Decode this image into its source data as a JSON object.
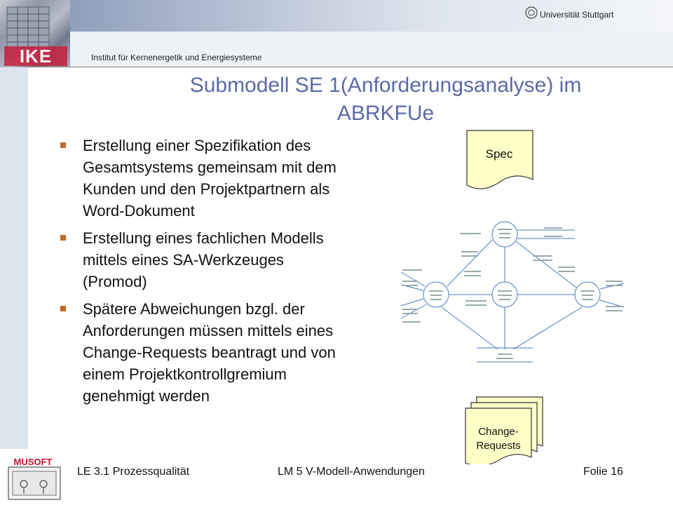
{
  "header": {
    "university": "Universität Stuttgart",
    "institute": "Institut für Kernenergetik und Energiesysteme",
    "logo_text": "IKE"
  },
  "slide": {
    "title": "Submodell SE 1(Anforderungsanalyse) im ABRKFUe",
    "bullets": [
      "Erstellung einer Spezifikation des Gesamtsystems gemeinsam mit dem Kunden und den Projektpartnern als Word-Dokument",
      "Erstellung eines fachlichen Modells mittels eines SA-Werkzeuges (Promod)",
      "Spätere Abweichungen bzgl. der Anforderungen müssen mittels eines Change-Requests beantragt und von einem Projektkontrollgremium genehmigt werden"
    ],
    "spec_label": "Spec",
    "change_label_1": "Change-",
    "change_label_2": "Requests"
  },
  "footer": {
    "left": "LE 3.1 Prozessqualität",
    "center": "LM 5 V-Modell-Anwendungen",
    "right": "Folie 16",
    "logo_text": "MUSOFT"
  },
  "colors": {
    "title": "#5b6aa8",
    "bullet": "#c06a2a",
    "note_fill": "#ffffc8",
    "diagram_line": "#4a7ab8"
  }
}
